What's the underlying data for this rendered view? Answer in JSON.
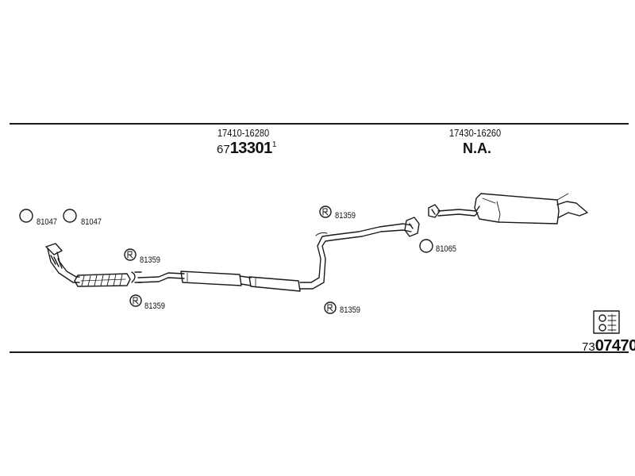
{
  "header": {
    "left_part_number": "17410-16280",
    "left_code_prefix": "67",
    "left_code_main": "13301",
    "left_code_suffix": "1",
    "right_part_number": "17430-16260",
    "right_code": "N.A."
  },
  "callouts": {
    "clamp_a": "81047",
    "clamp_b": "81047",
    "bolt_upper_left": "81359",
    "bolt_lower_left": "81359",
    "bolt_upper_mid": "81359",
    "bolt_lower_mid": "81359",
    "gasket_right": "81065"
  },
  "footer": {
    "kit_prefix": "73",
    "kit_code": "07470"
  },
  "icons": {
    "washer": "washer-ring-icon",
    "bolt": "bolt-head-icon",
    "kit": "mounting-kit-icon"
  }
}
